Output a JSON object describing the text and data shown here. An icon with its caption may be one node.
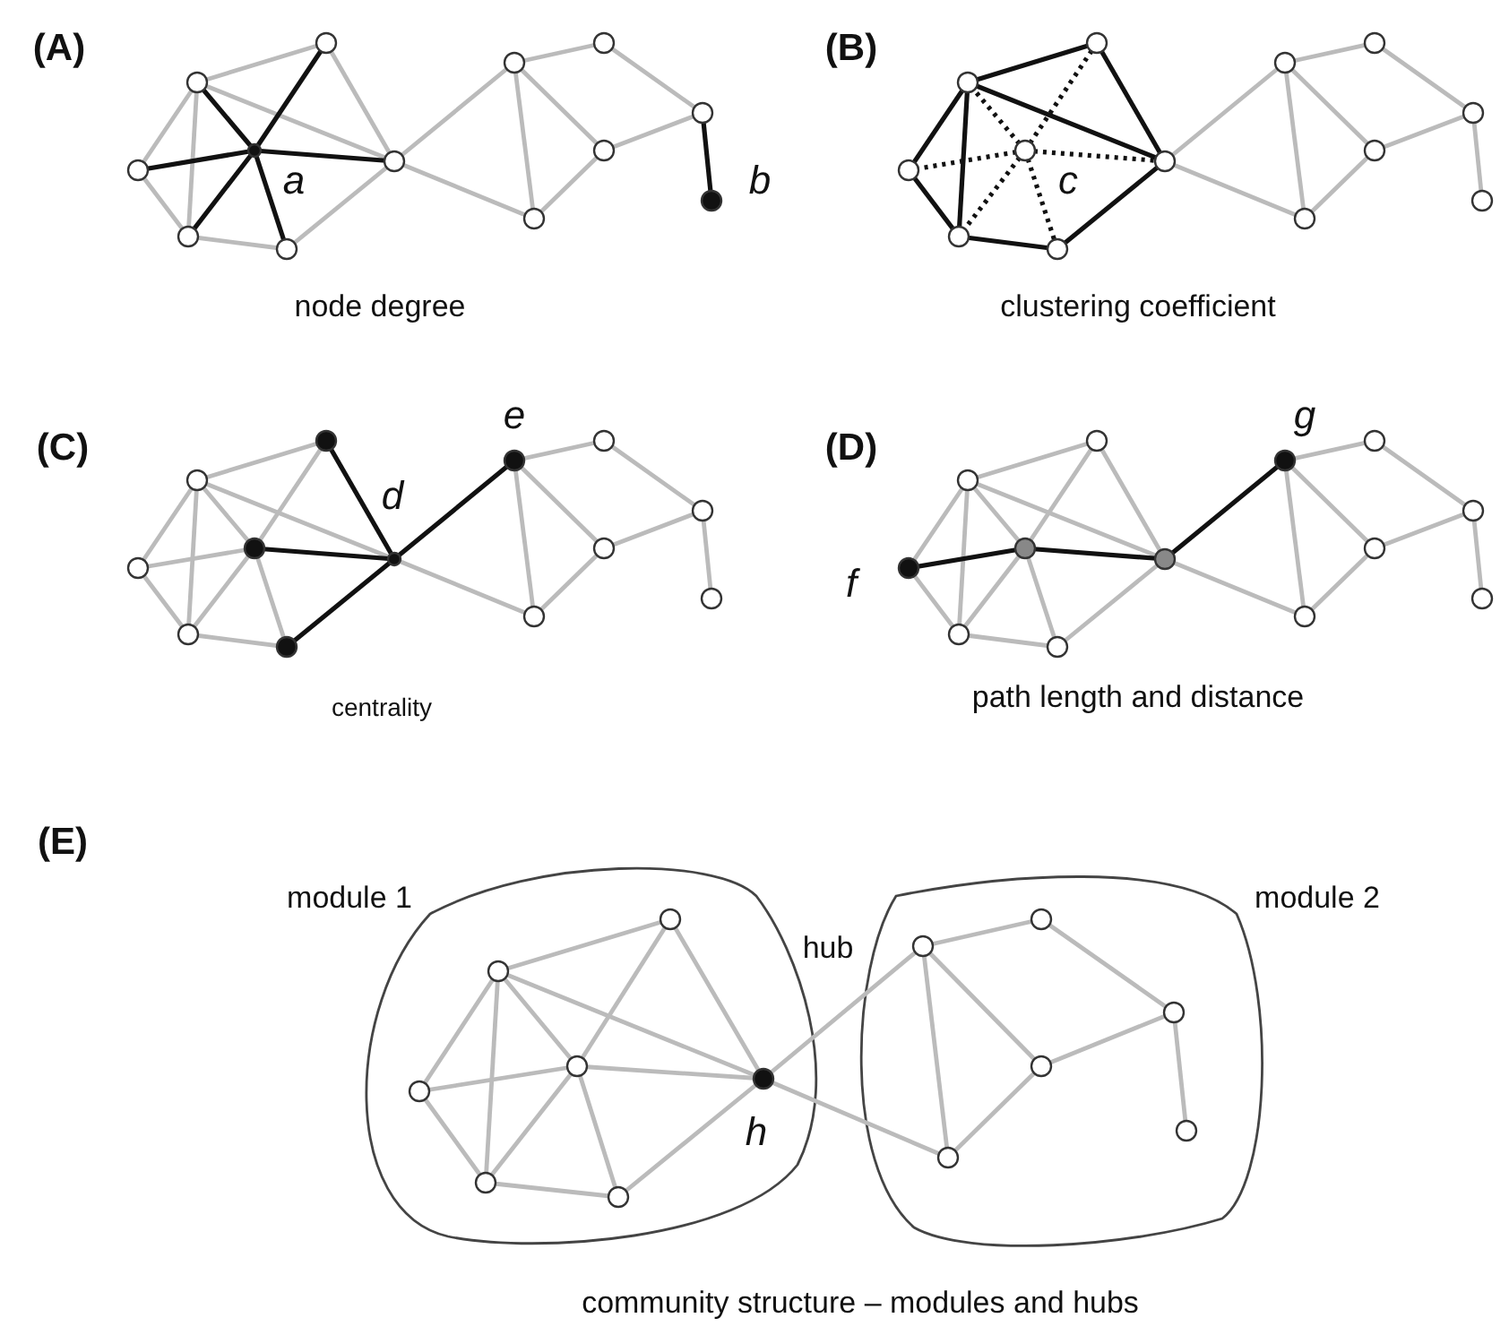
{
  "diagram": {
    "labels": [
      "(A)",
      "a",
      "b",
      "node degree",
      "(B)",
      "c",
      "clustering coefficient",
      "(C)",
      "e",
      "d",
      "centrality",
      "(D)",
      "g",
      "f",
      "path length and distance",
      "(E)",
      "module 1",
      "hub",
      "module 2",
      "h",
      "community structure – modules and hubs"
    ]
  }
}
